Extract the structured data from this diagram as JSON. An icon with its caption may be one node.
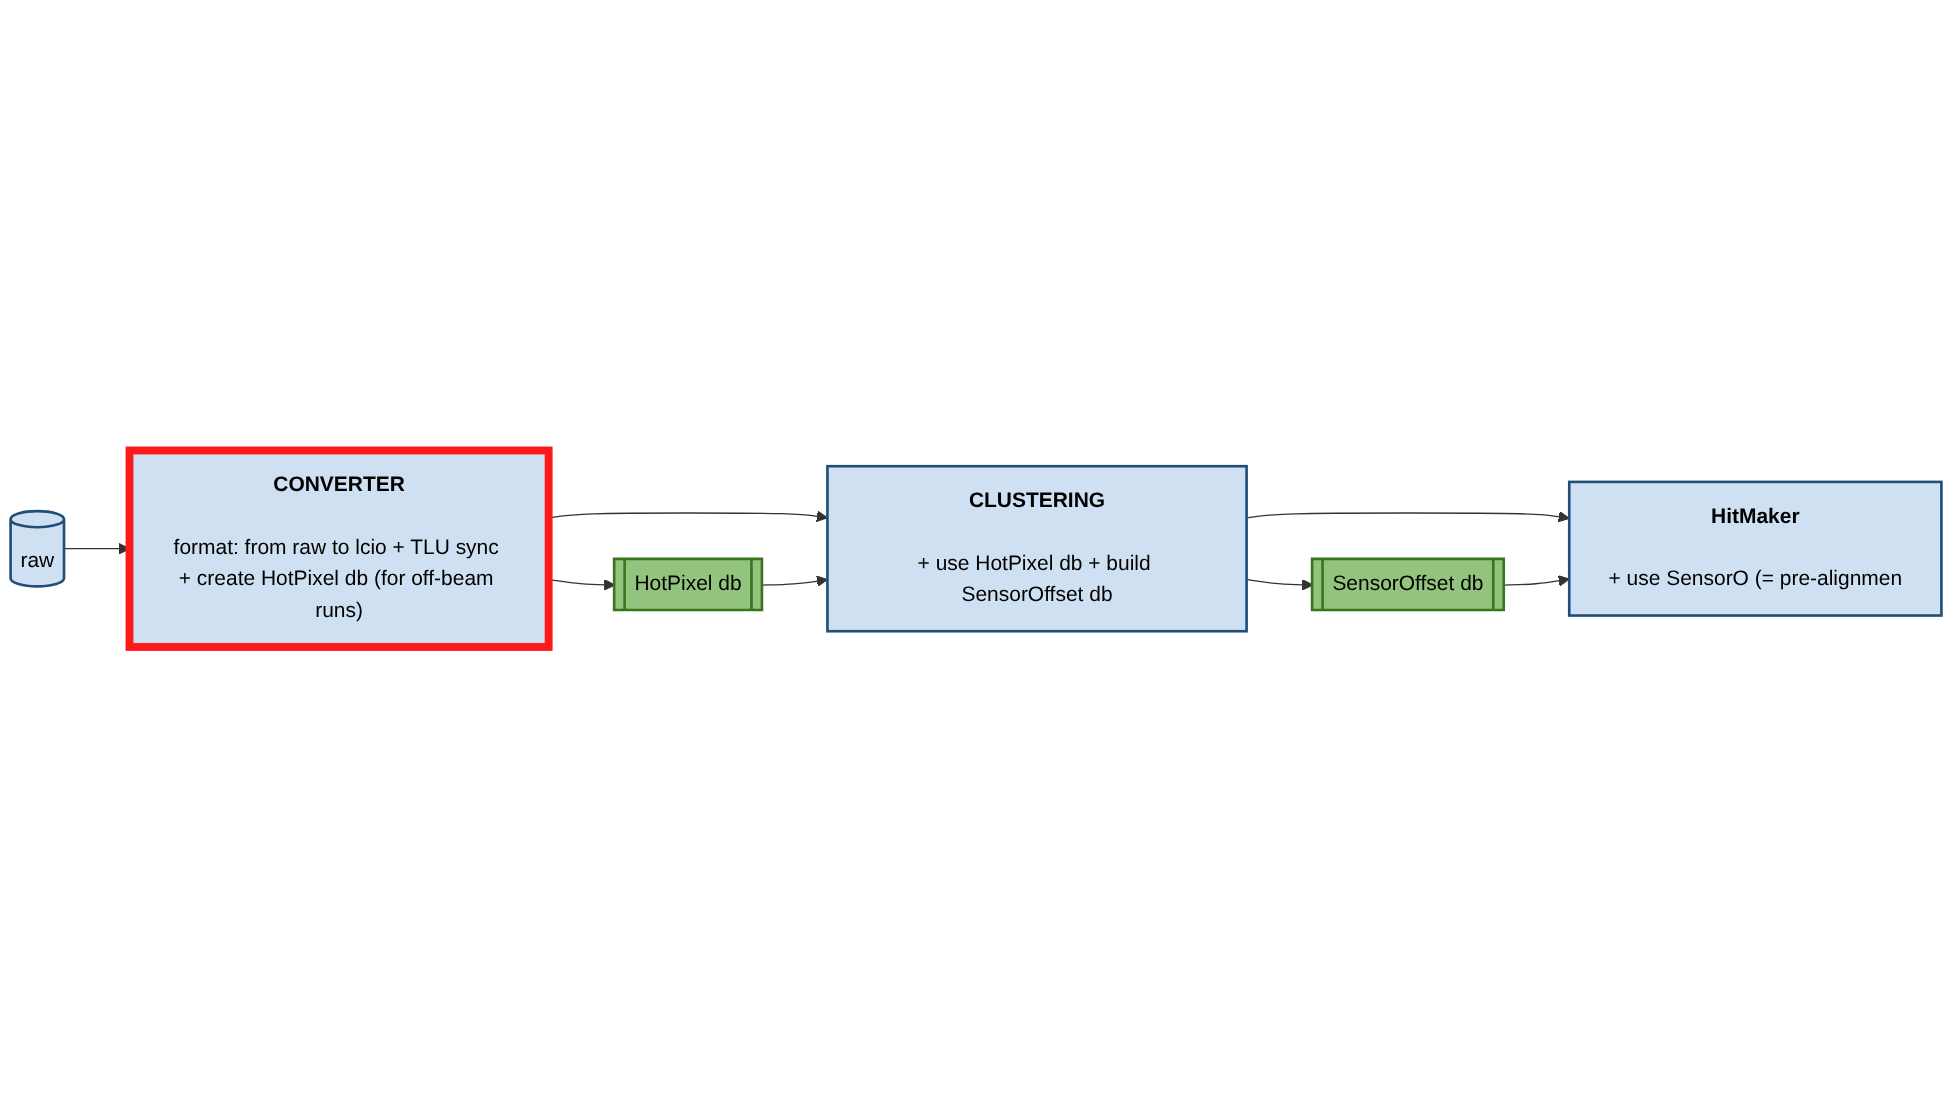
{
  "diagram": {
    "nodes": [
      {
        "text": [
          "raw"
        ]
      },
      {
        "text": [
          "CONVERTER",
          "format: from raw to lcio + TLU sync + create HotPixel db (for off-beam runs)"
        ]
      },
      {
        "text": [
          "CLUSTERING",
          "+ use HotPixel db + build SensorOffset db"
        ]
      },
      {
        "text": [
          "HitMaker",
          "+ use SensorO (= pre-alignmen"
        ]
      },
      {
        "text": [
          "HotPixel db"
        ]
      },
      {
        "text": [
          "SensorOffset db"
        ]
      }
    ],
    "edges": [
      {
        "from": 0,
        "to": 1,
        "arrow": "to"
      },
      {
        "from": 1,
        "to": 2,
        "arrow": "to"
      },
      {
        "from": 2,
        "to": 3,
        "arrow": "to"
      },
      {
        "from": 1,
        "to": 4,
        "arrow": "to"
      },
      {
        "from": 4,
        "to": 2,
        "arrow": "to"
      },
      {
        "from": 2,
        "to": 5,
        "arrow": "to"
      },
      {
        "from": 5,
        "to": 3,
        "arrow": "to"
      }
    ]
  }
}
